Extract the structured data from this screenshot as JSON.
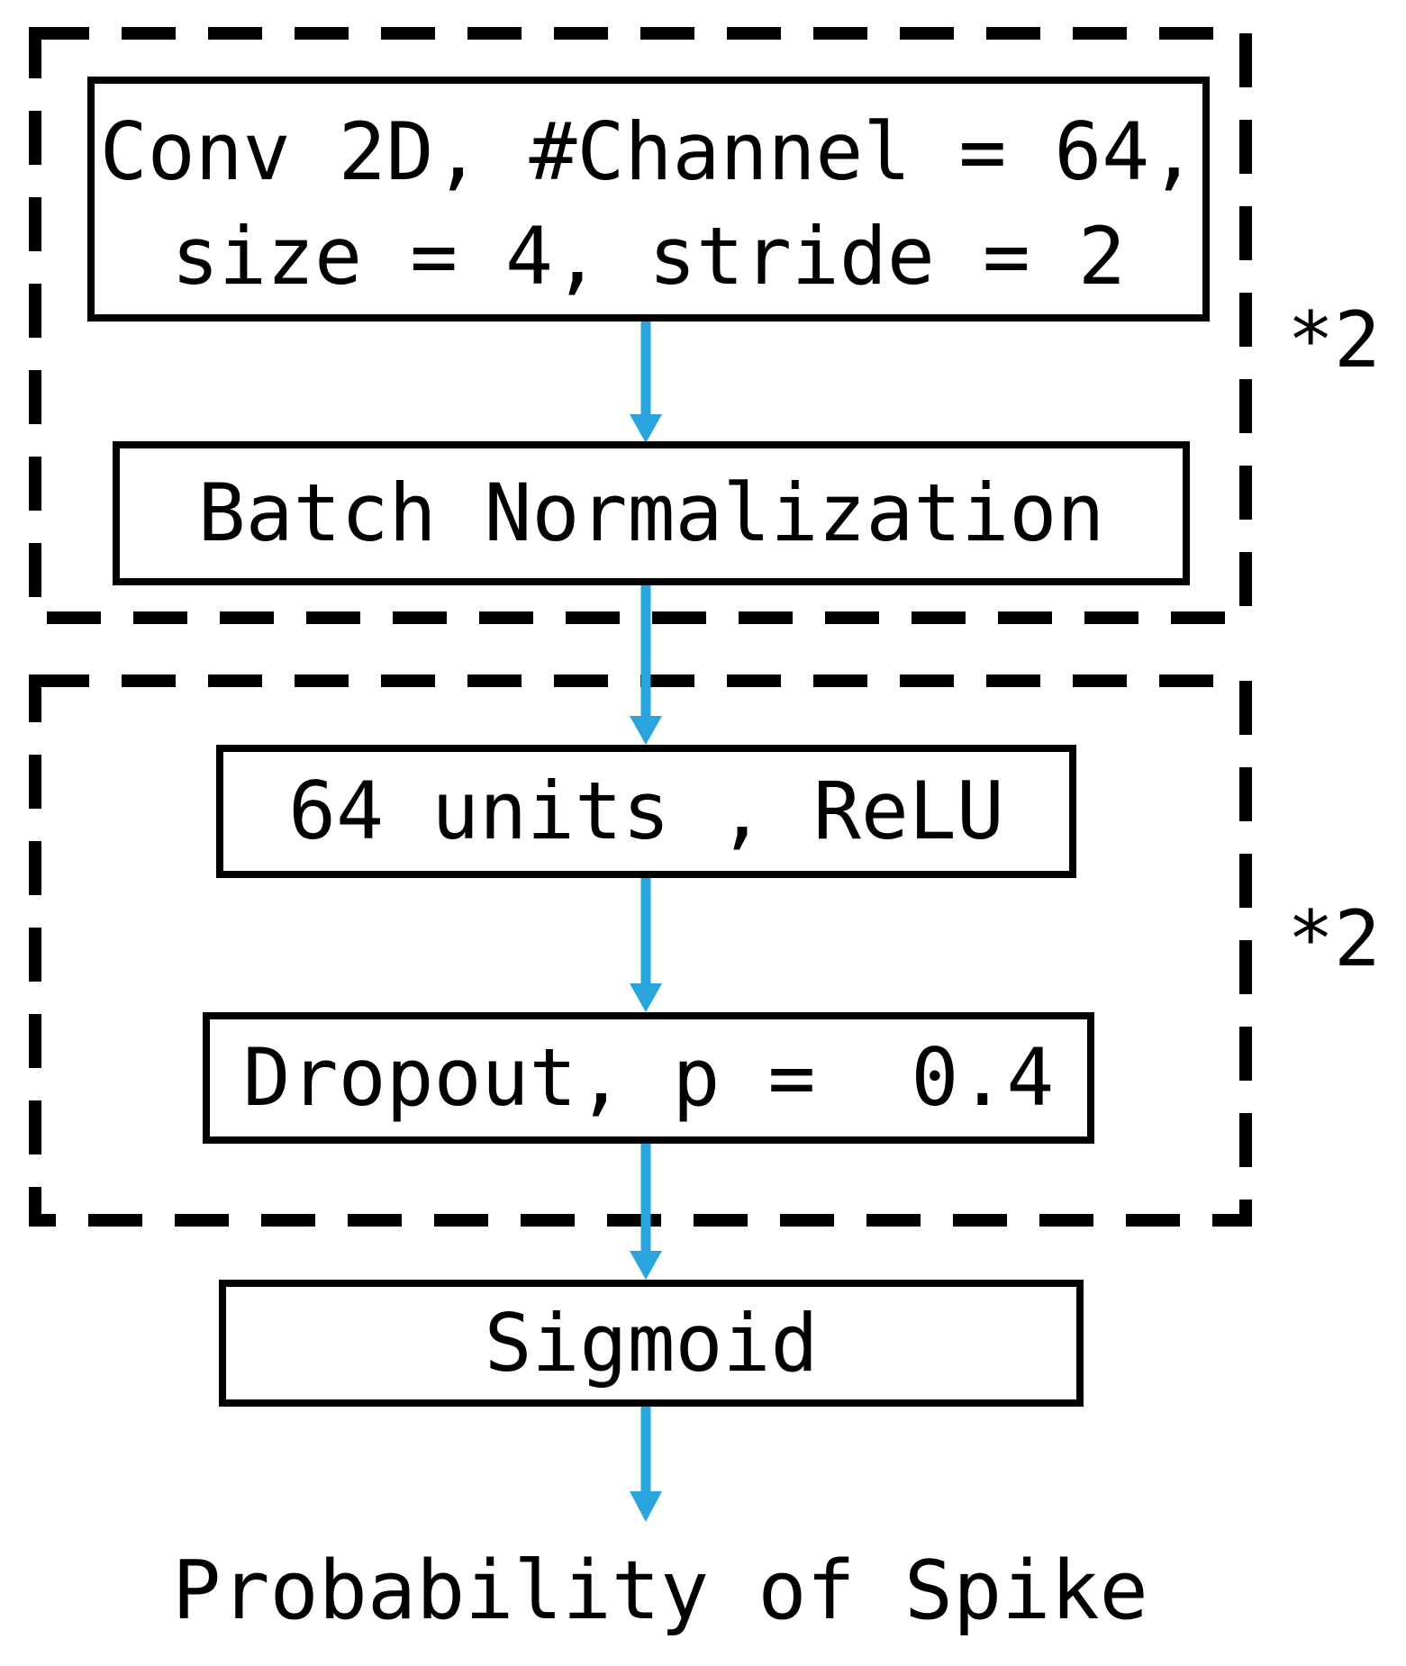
{
  "diagram": {
    "colors": {
      "arrow": "#29a4dc",
      "outline": "#000000",
      "background": "#ffffff"
    },
    "conv_block": {
      "repeat_label": "*2",
      "conv_layer_line1": "Conv 2D, #Channel = 64,",
      "conv_layer_line2": "size = 4, stride = 2",
      "batch_norm_label": "Batch Normalization"
    },
    "dense_block": {
      "repeat_label": "*2",
      "dense_layer_label": "64 units , ReLU",
      "dropout_label": "Dropout, p =  0.4"
    },
    "output": {
      "sigmoid_label": "Sigmoid",
      "caption": "Probability of Spike"
    }
  }
}
